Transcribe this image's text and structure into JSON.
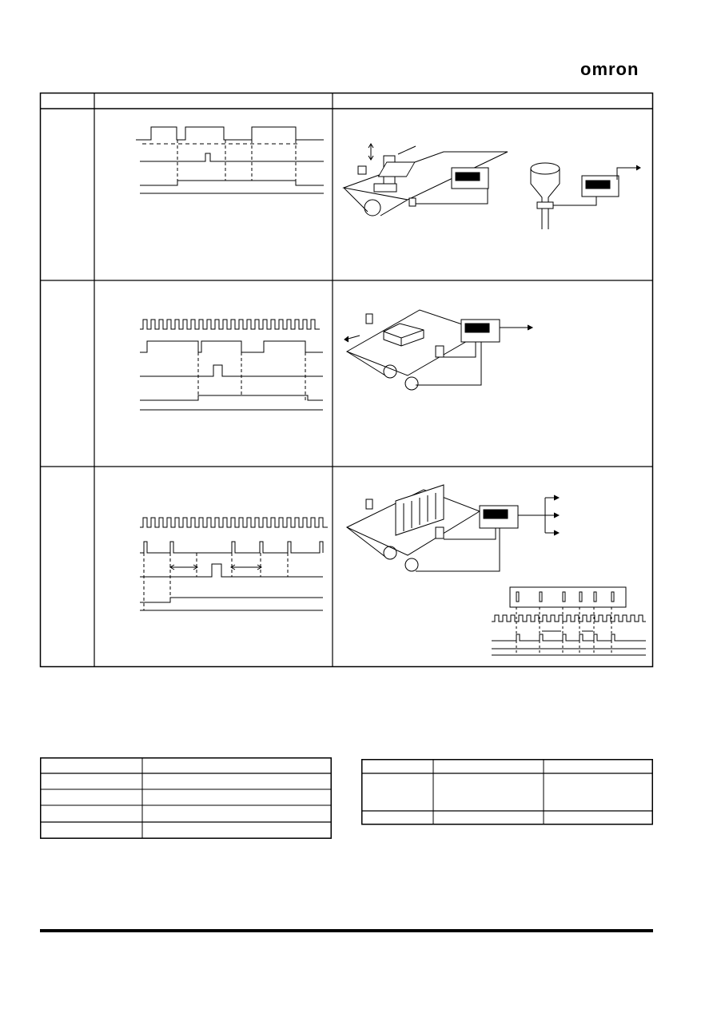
{
  "brand": {
    "logo_text": "omron"
  },
  "application_table": {
    "columns": [
      "",
      "",
      ""
    ],
    "rows": [
      {
        "mode": "",
        "timing": "",
        "example": ""
      },
      {
        "mode": "",
        "timing": "",
        "example": ""
      },
      {
        "mode": "",
        "timing": "",
        "example": ""
      }
    ]
  },
  "lower_left_table": {
    "rows": 5
  },
  "lower_right_table": {
    "rows": 3
  },
  "icons": [
    "counter-device-icon",
    "sensor-icon",
    "conveyor-icon",
    "hopper-icon"
  ]
}
